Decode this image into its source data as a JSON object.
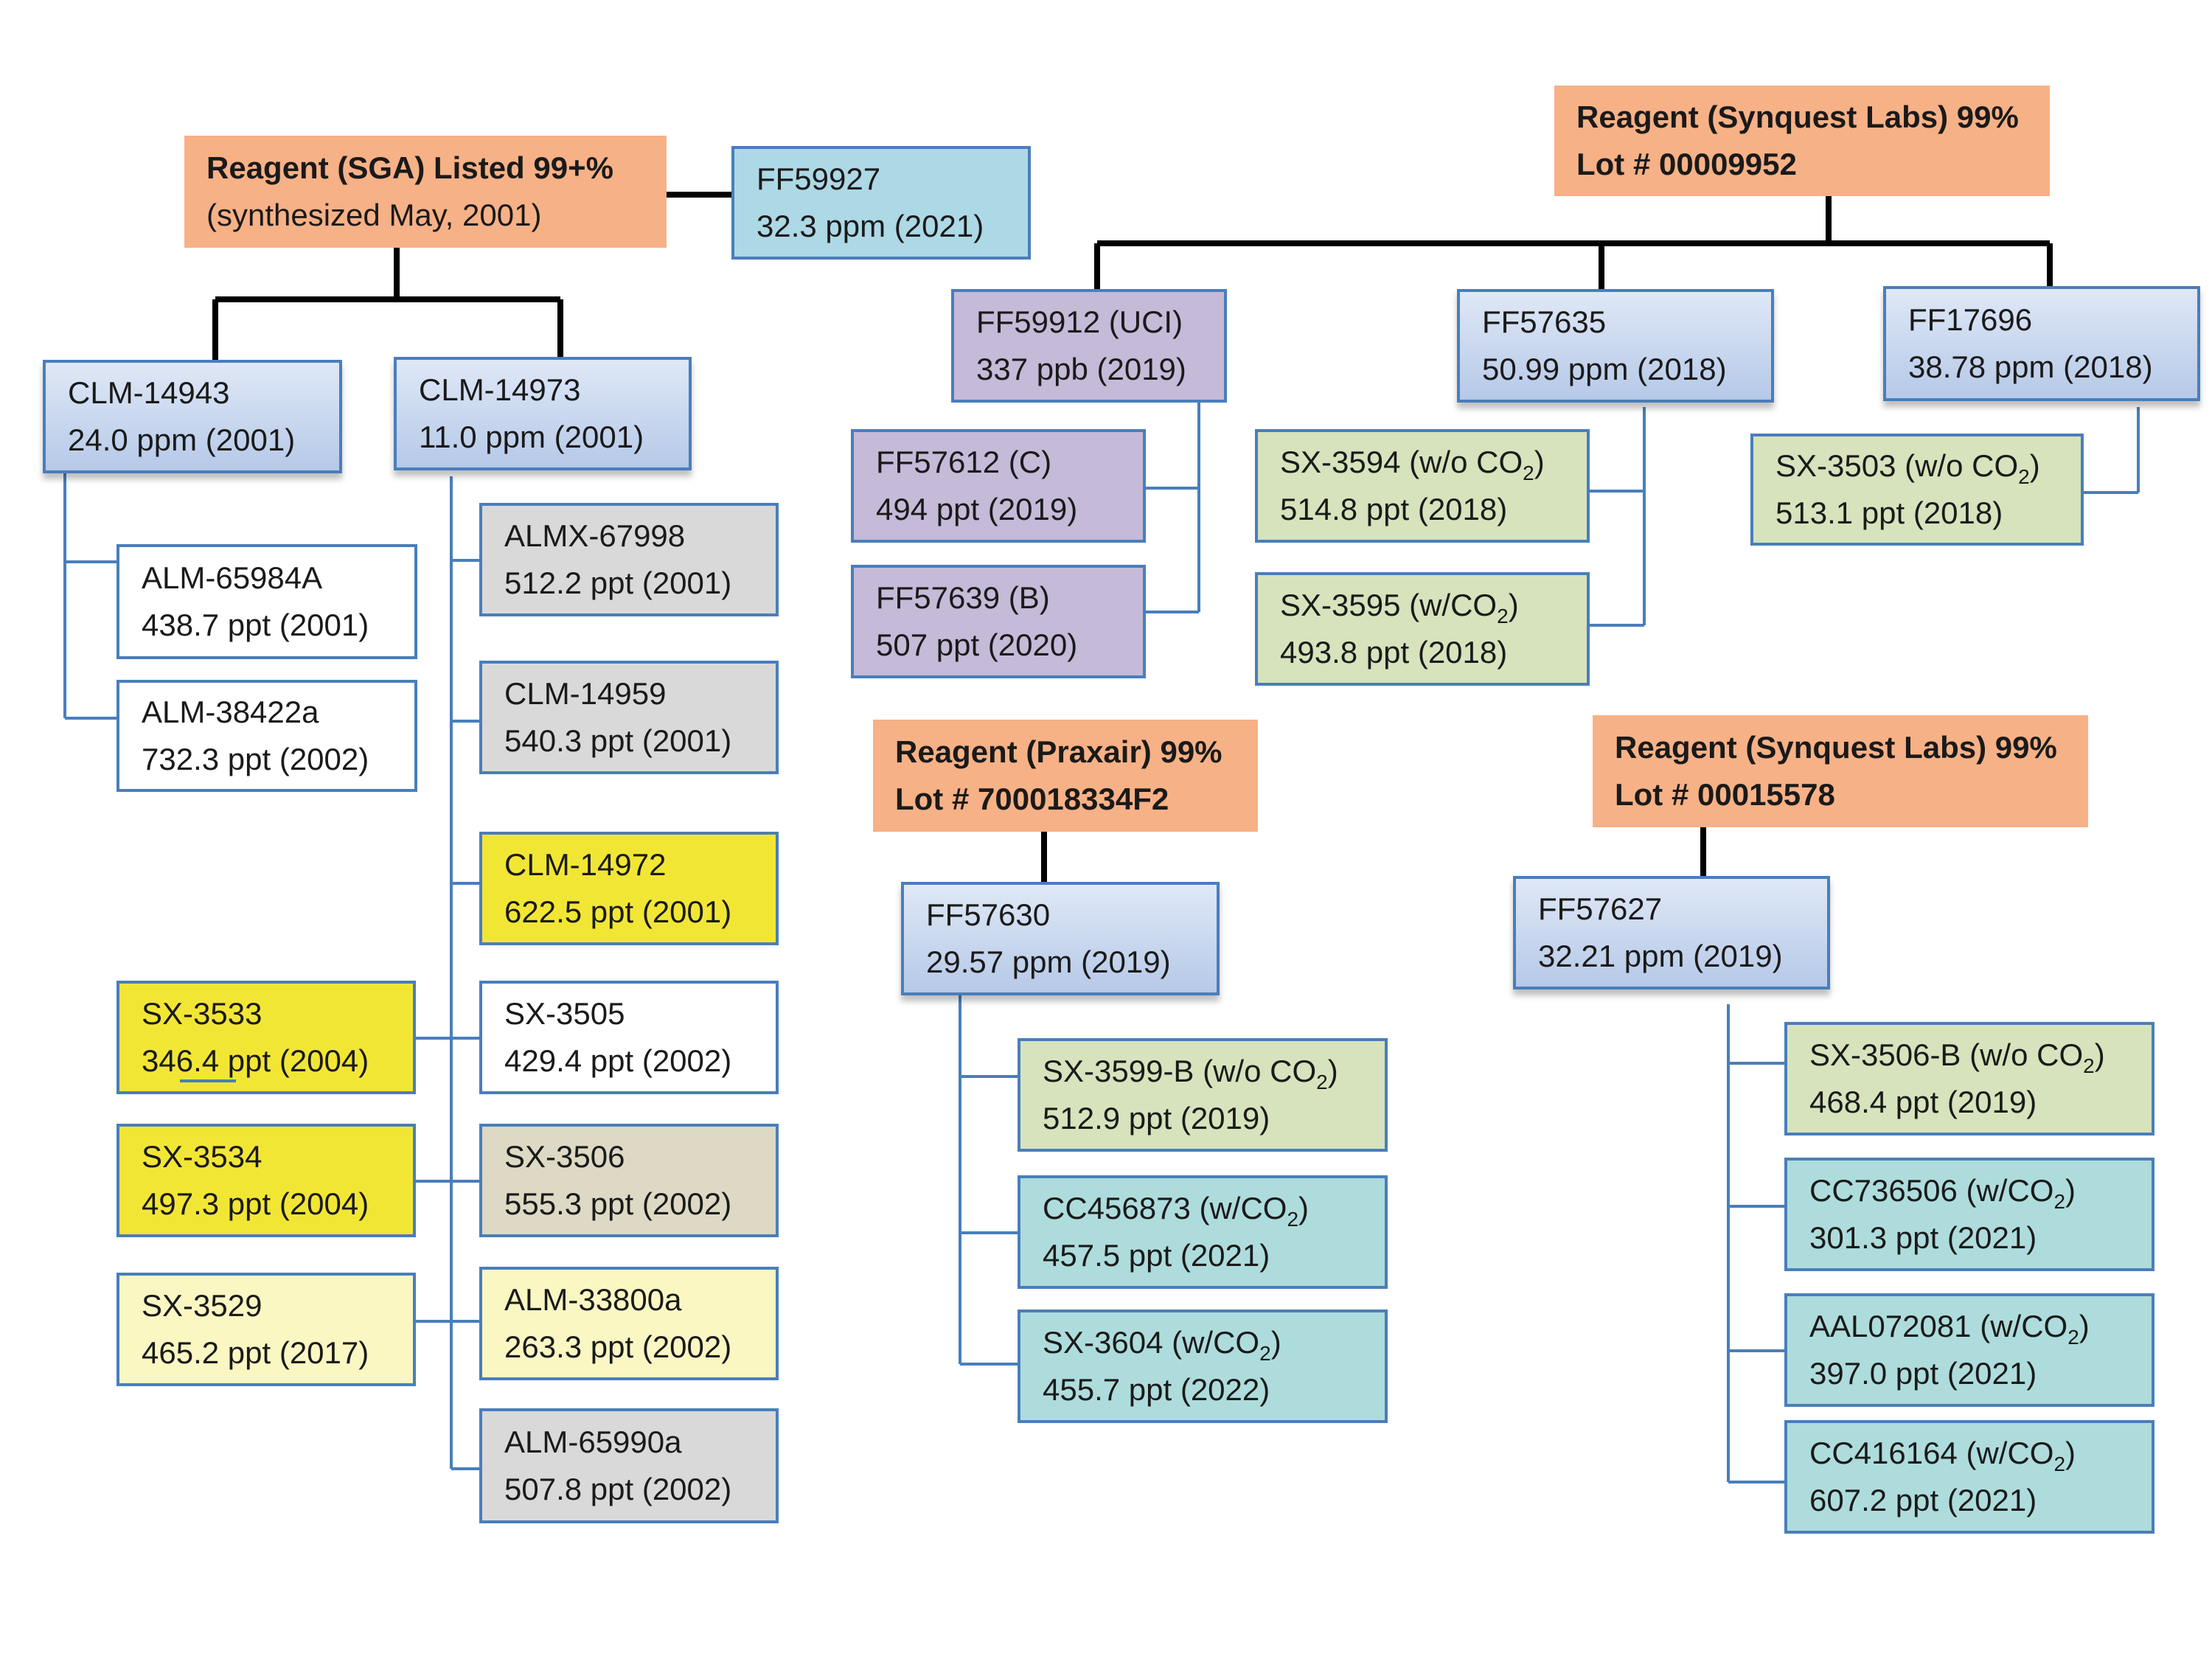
{
  "nodes": {
    "sga": {
      "l1": "Reagent (SGA) Listed 99+%",
      "l2": "(synthesized May, 2001)"
    },
    "ff59927": {
      "l1": "FF59927",
      "l2": "32.3 ppm (2021)"
    },
    "clm14943": {
      "l1": "CLM-14943",
      "l2": "24.0 ppm (2001)"
    },
    "clm14973": {
      "l1": "CLM-14973",
      "l2": "11.0 ppm (2001)"
    },
    "alm65984a": {
      "l1": "ALM-65984A",
      "l2": "438.7 ppt (2001)"
    },
    "alm38422a": {
      "l1": "ALM-38422a",
      "l2": "732.3 ppt (2002)"
    },
    "almx67998": {
      "l1": "ALMX-67998",
      "l2": "512.2 ppt (2001)"
    },
    "clm14959": {
      "l1": "CLM-14959",
      "l2": "540.3 ppt (2001)"
    },
    "clm14972": {
      "l1": "CLM-14972",
      "l2": "622.5 ppt (2001)"
    },
    "sx3505": {
      "l1": "SX-3505",
      "l2": "429.4 ppt (2002)"
    },
    "sx3506": {
      "l1": "SX-3506",
      "l2": "555.3 ppt (2002)"
    },
    "alm33800a": {
      "l1": "ALM-33800a",
      "l2": "263.3 ppt (2002)"
    },
    "alm65990a": {
      "l1": "ALM-65990a",
      "l2": "507.8 ppt (2002)"
    },
    "sx3533": {
      "l1": "SX-3533",
      "l2": "346.4 ppt (2004)"
    },
    "sx3534": {
      "l1": "SX-3534",
      "l2": "497.3 ppt (2004)"
    },
    "sx3529": {
      "l1": "SX-3529",
      "l2": "465.2 ppt (2017)"
    },
    "synquest1": {
      "l1": "Reagent (Synquest Labs) 99%",
      "l2": "Lot # 00009952"
    },
    "ff59912": {
      "l1": "FF59912 (UCI)",
      "l2": "337 ppb (2019)"
    },
    "ff57635": {
      "l1": "FF57635",
      "l2": "50.99 ppm (2018)"
    },
    "ff17696": {
      "l1": "FF17696",
      "l2": "38.78 ppm (2018)"
    },
    "ff57612": {
      "l1": "FF57612 (C)",
      "l2": "494 ppt (2019)"
    },
    "ff57639": {
      "l1": "FF57639 (B)",
      "l2": "507 ppt (2020)"
    },
    "sx3594": {
      "l1a": "SX-3594 (w/o CO",
      "sub": "2",
      "l1b": ")",
      "l2": "514.8 ppt (2018)"
    },
    "sx3595": {
      "l1a": "SX-3595 (w/CO",
      "sub": "2",
      "l1b": ")",
      "l2": "493.8 ppt (2018)"
    },
    "sx3503": {
      "l1a": "SX-3503 (w/o CO",
      "sub": "2",
      "l1b": ")",
      "l2": "513.1 ppt (2018)"
    },
    "praxair": {
      "l1": "Reagent (Praxair) 99%",
      "l2": "Lot # 700018334F2"
    },
    "ff57630": {
      "l1": "FF57630",
      "l2": "29.57 ppm (2019)"
    },
    "sx3599b": {
      "l1a": "SX-3599-B (w/o CO",
      "sub": "2",
      "l1b": ")",
      "l2": "512.9 ppt (2019)"
    },
    "cc456873": {
      "l1a": "CC456873 (w/CO",
      "sub": "2",
      "l1b": ")",
      "l2": "457.5 ppt (2021)"
    },
    "sx3604": {
      "l1a": "SX-3604 (w/CO",
      "sub": "2",
      "l1b": ")",
      "l2": "455.7 ppt (2022)"
    },
    "synquest2": {
      "l1": "Reagent (Synquest Labs) 99%",
      "l2": "Lot # 00015578"
    },
    "ff57627": {
      "l1": "FF57627",
      "l2": "32.21 ppm (2019)"
    },
    "sx3506b": {
      "l1a": "SX-3506-B (w/o CO",
      "sub": "2",
      "l1b": ")",
      "l2": "468.4 ppt (2019)"
    },
    "cc736506": {
      "l1a": "CC736506 (w/CO",
      "sub": "2",
      "l1b": ")",
      "l2": "301.3 ppt (2021)"
    },
    "aal072081": {
      "l1a": "AAL072081 (w/CO",
      "sub": "2",
      "l1b": ")",
      "l2": "397.0 ppt (2021)"
    },
    "cc416164": {
      "l1a": "CC416164 (w/CO",
      "sub": "2",
      "l1b": ")",
      "l2": "607.2 ppt (2021)"
    }
  },
  "colors": {
    "reagent": "#f7b186",
    "connector_black": "#000000",
    "connector_blue": "#4a7ebb",
    "border": "#4a7ebb"
  }
}
